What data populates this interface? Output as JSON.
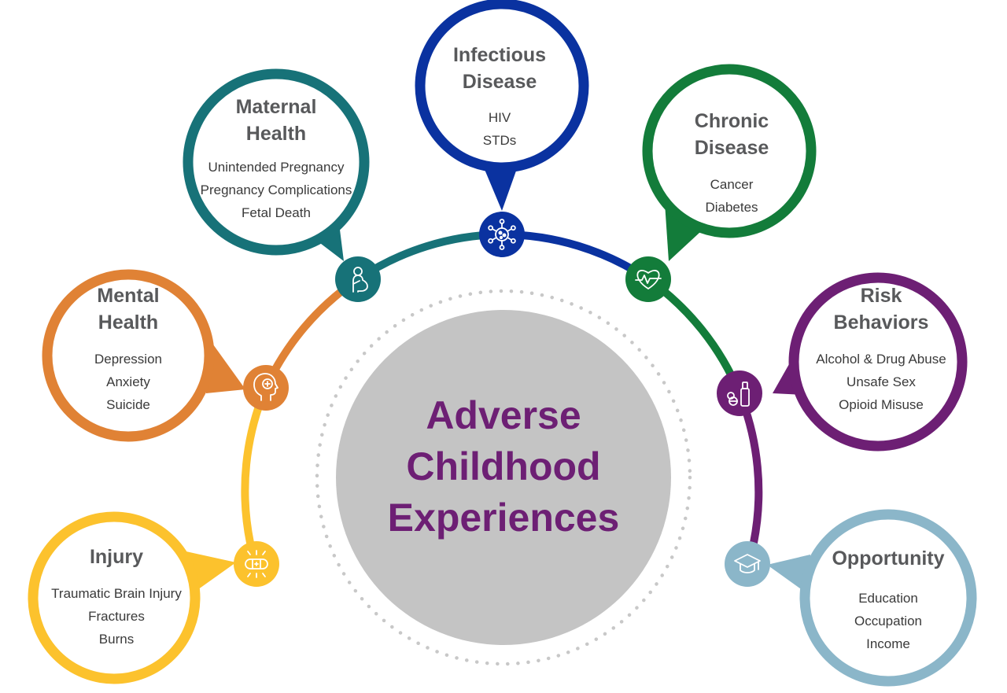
{
  "center": {
    "lines": [
      "Adverse",
      "Childhood",
      "Experiences"
    ],
    "color": "#6d1f74",
    "fill": "#c4c4c4"
  },
  "categories": [
    {
      "id": "injury",
      "title": [
        "Injury"
      ],
      "items": [
        "Traumatic Brain Injury",
        "Fractures",
        "Burns"
      ],
      "color": "#fcc22d",
      "icon": "bandage-icon"
    },
    {
      "id": "mental",
      "title": [
        "Mental",
        "Health"
      ],
      "items": [
        "Depression",
        "Anxiety",
        "Suicide"
      ],
      "color": "#e08235",
      "icon": "head-plus-icon"
    },
    {
      "id": "maternal",
      "title": [
        "Maternal",
        "Health"
      ],
      "items": [
        "Unintended Pregnancy",
        "Pregnancy Complications",
        "Fetal Death"
      ],
      "color": "#177278",
      "icon": "pregnant-woman-icon"
    },
    {
      "id": "infectious",
      "title": [
        "Infectious",
        "Disease"
      ],
      "items": [
        "HIV",
        "STDs"
      ],
      "color": "#0a32a0",
      "icon": "virus-icon"
    },
    {
      "id": "chronic",
      "title": [
        "Chronic",
        "Disease"
      ],
      "items": [
        "Cancer",
        "Diabetes"
      ],
      "color": "#137c3a",
      "icon": "heartbeat-icon"
    },
    {
      "id": "risk",
      "title": [
        "Risk",
        "Behaviors"
      ],
      "items": [
        "Alcohol & Drug Abuse",
        "Unsafe Sex",
        "Opioid Misuse"
      ],
      "color": "#6d1f74",
      "icon": "pills-bottle-icon"
    },
    {
      "id": "opportunity",
      "title": [
        "Opportunity"
      ],
      "items": [
        "Education",
        "Occupation",
        "Income"
      ],
      "color": "#8bb6c9",
      "icon": "graduation-cap-icon"
    }
  ]
}
